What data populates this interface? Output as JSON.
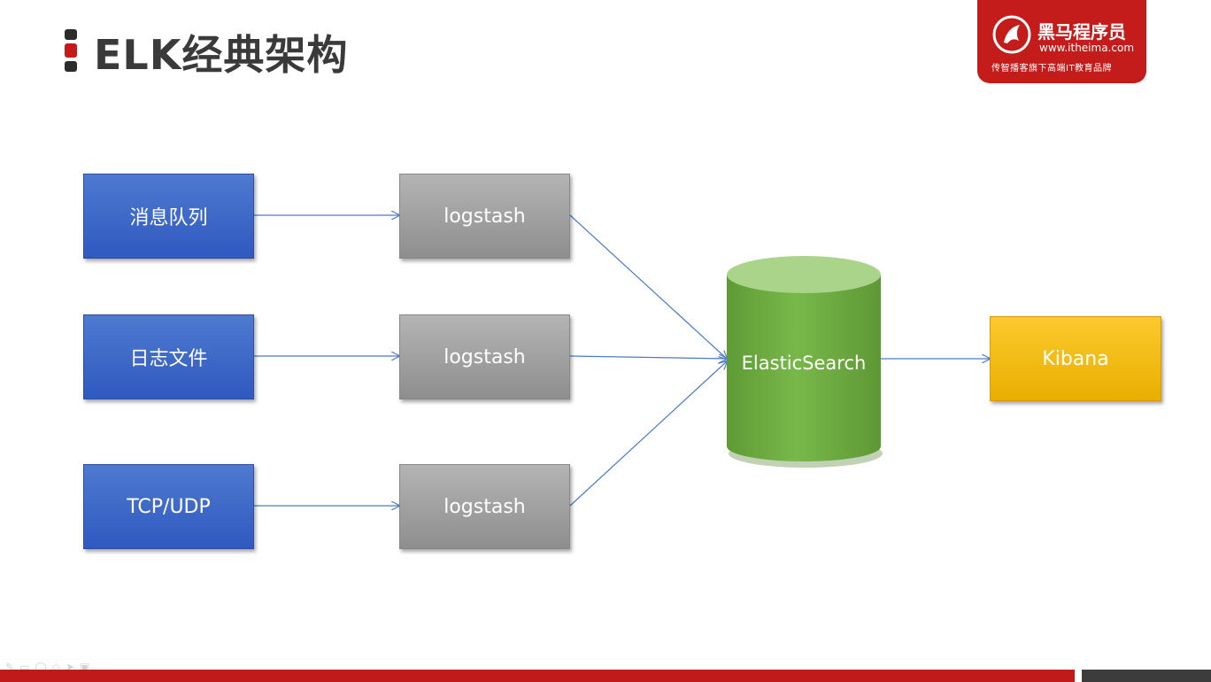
{
  "slide": {
    "title": "ELK经典架构"
  },
  "logo": {
    "brand": "黑马程序员",
    "url": "www.itheima.com",
    "slogan": "传智播客旗下高端IT教育品牌"
  },
  "diagram": {
    "sources": [
      {
        "label": "消息队列"
      },
      {
        "label": "日志文件"
      },
      {
        "label": "TCP/UDP"
      }
    ],
    "shippers": [
      {
        "label": "logstash"
      },
      {
        "label": "logstash"
      },
      {
        "label": "logstash"
      }
    ],
    "store": {
      "label": "ElasticSearch"
    },
    "visualizer": {
      "label": "Kibana"
    }
  },
  "colors": {
    "source": "#3a66c8",
    "shipper": "#a0a0a0",
    "store": "#73b246",
    "visualizer": "#f5bd14",
    "arrow": "#4a7ac8",
    "accent": "#c41b1b"
  },
  "icons": [
    "pen-icon",
    "eraser-icon",
    "shape-icon",
    "highlighter-icon",
    "pointer-icon",
    "slide-icon"
  ]
}
